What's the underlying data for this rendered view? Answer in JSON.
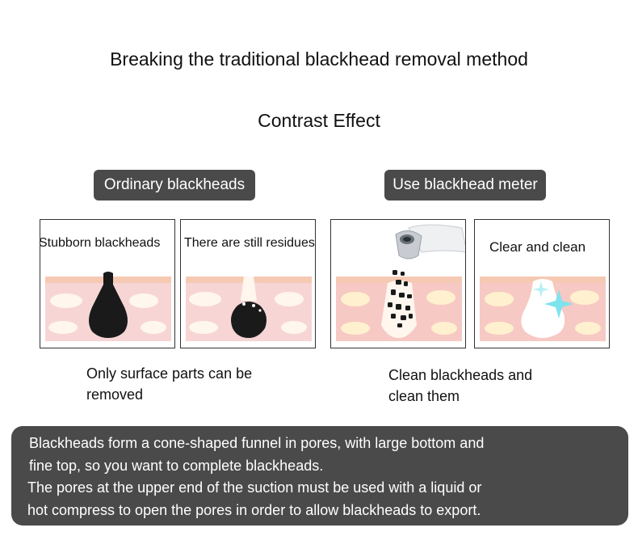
{
  "header": {
    "title": "Breaking the traditional blackhead removal method",
    "subtitle": "Contrast Effect"
  },
  "sections": {
    "left_label": "Ordinary blackheads",
    "right_label": "Use blackhead meter"
  },
  "panels": [
    {
      "label": "Stubborn blackheads"
    },
    {
      "label": "There are still residues"
    },
    {
      "label": ""
    },
    {
      "label": "Clear and clean"
    }
  ],
  "captions": {
    "left_line1": "Only surface parts can be",
    "left_line2": "removed",
    "right_line1": "Clean blackheads and",
    "right_line2": "clean them"
  },
  "note": {
    "line1": "Blackheads form a cone-shaped funnel in pores, with large bottom and",
    "line2": "fine top, so you want to complete blackheads.",
    "line3": "The pores at the upper end of the suction must be used with a liquid or",
    "line4": "hot compress to open the pores in order to allow blackheads to export."
  },
  "colors": {
    "pill_bg": "#4a4a4a",
    "skin_top": "#f6c9b3",
    "skin_body": "#f7d5d5",
    "pore": "#fff6ee",
    "blackhead": "#1a1a1a",
    "sparkle": "#7fe3ec"
  }
}
